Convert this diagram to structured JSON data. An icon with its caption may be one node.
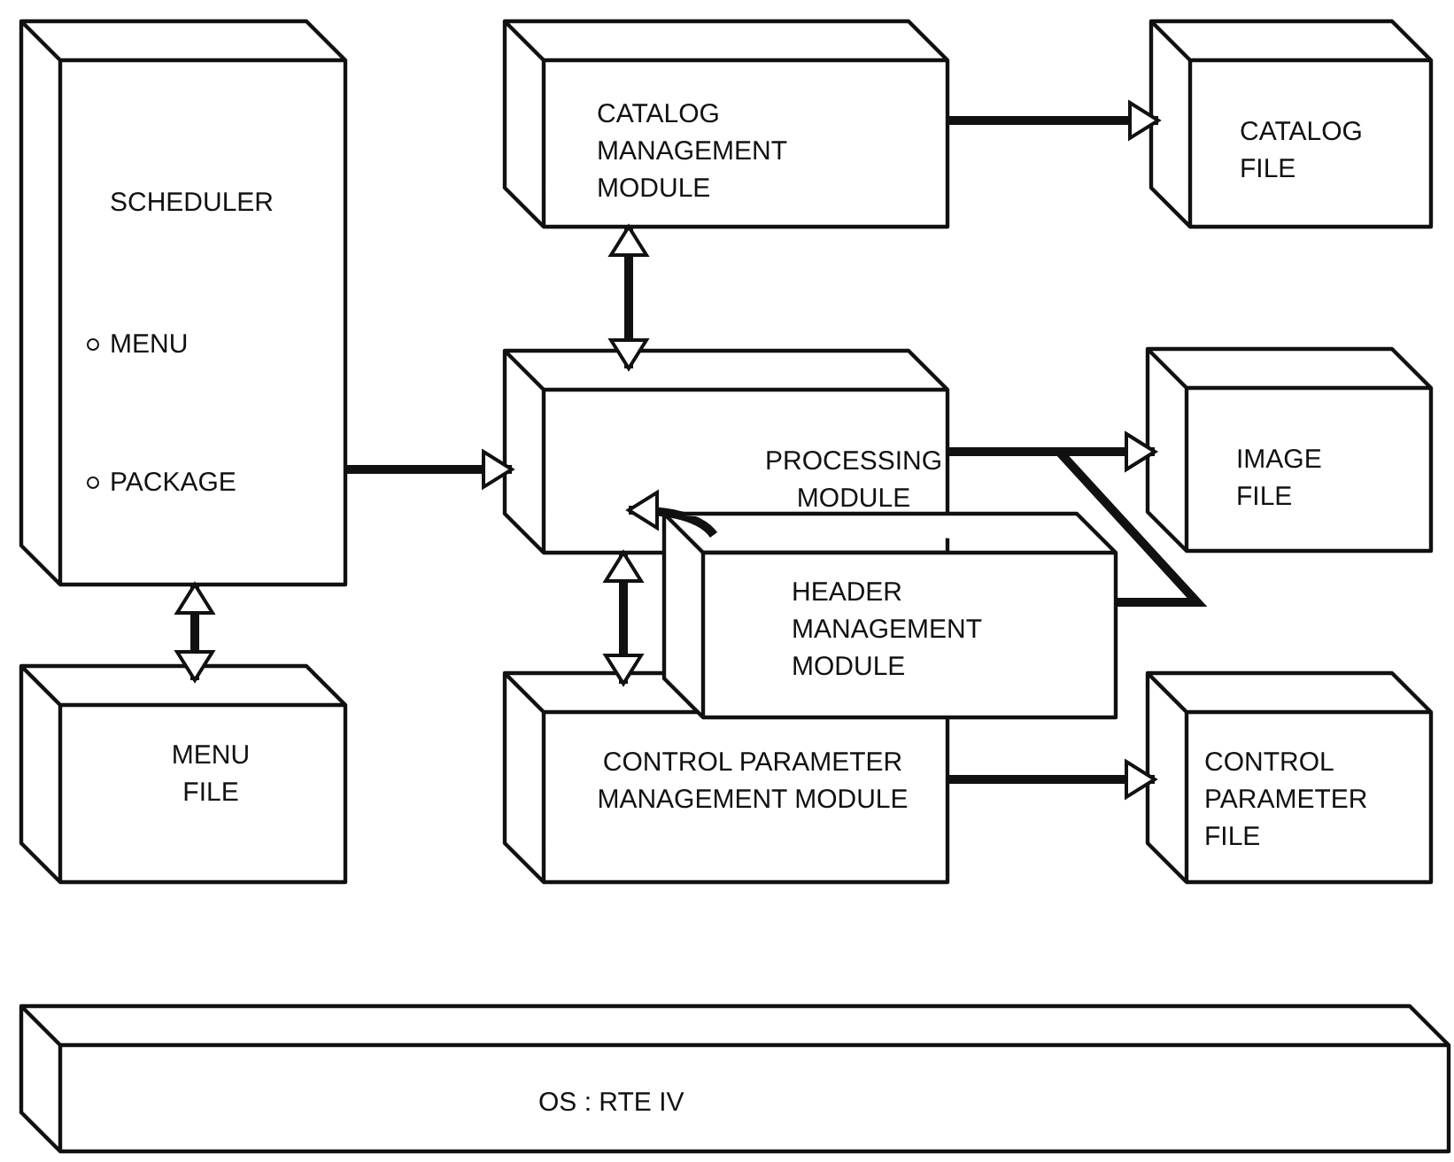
{
  "diagram": {
    "nodes": [
      {
        "text": [
          "SCHEDULER",
          "MENU",
          "PACKAGE"
        ]
      },
      {
        "text": [
          "CATALOG MANAGEMENT MODULE"
        ]
      },
      {
        "text": [
          "CATALOG FILE"
        ]
      },
      {
        "text": [
          "PROCESSING MODULE"
        ]
      },
      {
        "text": [
          "IMAGE FILE"
        ]
      },
      {
        "text": [
          "HEADER MANAGEMENT MODULE"
        ]
      },
      {
        "text": [
          "MENU FILE"
        ]
      },
      {
        "text": [
          "CONTROL PARAMETER MANAGEMENT MODULE"
        ]
      },
      {
        "text": [
          "CONTROL PARAMETER FILE"
        ]
      },
      {
        "text": [
          "OS : RTE IV"
        ]
      }
    ],
    "edges": [
      {
        "from": 0,
        "to": 3,
        "arrow": "to"
      },
      {
        "from": 1,
        "to": 3,
        "arrow": "both"
      },
      {
        "from": 1,
        "to": 2,
        "arrow": "to"
      },
      {
        "from": 3,
        "to": 4,
        "arrow": "to"
      },
      {
        "from": 5,
        "to": 4,
        "arrow": "to"
      },
      {
        "from": 5,
        "to": 3,
        "arrow": "to"
      },
      {
        "from": 3,
        "to": 7,
        "arrow": "both"
      },
      {
        "from": 0,
        "to": 6,
        "arrow": "both"
      },
      {
        "from": 7,
        "to": 8,
        "arrow": "to"
      }
    ]
  }
}
